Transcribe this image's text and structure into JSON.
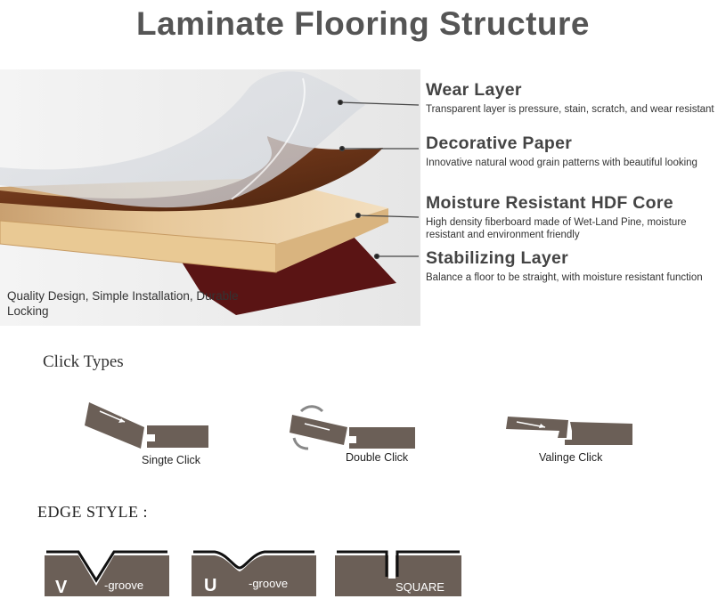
{
  "title": "Laminate Flooring Structure",
  "caption": "Quality Design, Simple Installation, Durable Locking",
  "layers": [
    {
      "name": "Wear Layer",
      "description": "Transparent layer is pressure, stain, scratch, and wear resistant"
    },
    {
      "name": "Decorative Paper",
      "description": "Innovative natural wood grain patterns with beautiful looking"
    },
    {
      "name": "Moisture Resistant HDF Core",
      "description": "High density fiberboard made of Wet-Land Pine, moisture resistant and environment friendly"
    },
    {
      "name": "Stabilizing Layer",
      "description": "Balance a floor to be straight, with moisture resistant function"
    }
  ],
  "click_types": {
    "heading": "Click Types",
    "items": [
      {
        "label": "Singte Click"
      },
      {
        "label": "Double Click"
      },
      {
        "label": "Valinge Click"
      }
    ]
  },
  "edge_style": {
    "heading": "EDGE STYLE :",
    "items": [
      {
        "letter": "V",
        "suffix": "-groove"
      },
      {
        "letter": "U",
        "suffix": "-groove"
      },
      {
        "letter": "",
        "suffix": "SQUARE"
      }
    ]
  },
  "colors": {
    "board_dark": "#6b5f57",
    "backing_red": "#5a1414",
    "decor_brown": "#6e3b1e",
    "core_light": "#ecd5aa",
    "panel_bg": "#ececec"
  }
}
